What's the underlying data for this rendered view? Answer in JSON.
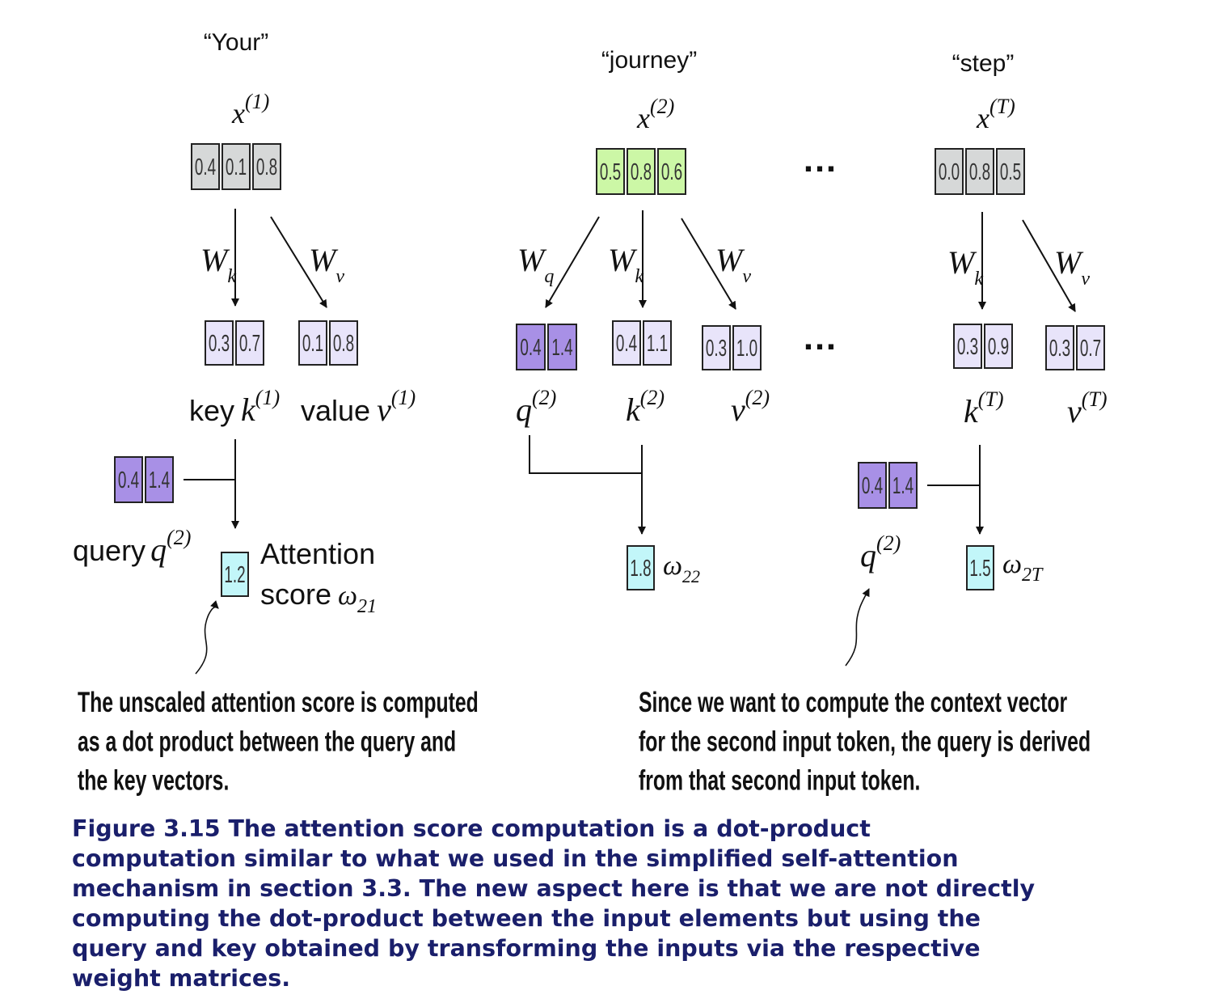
{
  "colors": {
    "gray_fill": "#d6d8d8",
    "green_fill": "#ccf7a6",
    "purple_fill": "#a890e6",
    "lavender_fill": "#e8e4fa",
    "cyan_fill": "#c2f6f9",
    "caption_color": "#1a1f6b"
  },
  "tokens": [
    "“Your”",
    "“journey”",
    "“step”"
  ],
  "inputs": {
    "x1": {
      "base": "x",
      "sup": "(1)",
      "values": [
        "0.4",
        "0.1",
        "0.8"
      ]
    },
    "x2": {
      "base": "x",
      "sup": "(2)",
      "values": [
        "0.5",
        "0.8",
        "0.6"
      ]
    },
    "xT": {
      "base": "x",
      "sup": "(T)",
      "values": [
        "0.0",
        "0.8",
        "0.5"
      ]
    }
  },
  "weights": {
    "wk": {
      "base": "W",
      "sub": "k"
    },
    "wv": {
      "base": "W",
      "sub": "v"
    },
    "wq": {
      "base": "W",
      "sub": "q"
    }
  },
  "vectors": {
    "k1": {
      "values": [
        "0.3",
        "0.7"
      ],
      "prefix": "key",
      "base": "k",
      "sup": "(1)"
    },
    "v1": {
      "values": [
        "0.1",
        "0.8"
      ],
      "prefix": "value",
      "base": "v",
      "sup": "(1)"
    },
    "q2": {
      "values": [
        "0.4",
        "1.4"
      ],
      "base": "q",
      "sup": "(2)"
    },
    "k2": {
      "values": [
        "0.4",
        "1.1"
      ],
      "base": "k",
      "sup": "(2)"
    },
    "v2": {
      "values": [
        "0.3",
        "1.0"
      ],
      "base": "v",
      "sup": "(2)"
    },
    "kT": {
      "values": [
        "0.3",
        "0.9"
      ],
      "base": "k",
      "sup": "(T)"
    },
    "vT": {
      "values": [
        "0.3",
        "0.7"
      ],
      "base": "v",
      "sup": "(T)"
    }
  },
  "queries": {
    "left": {
      "values": [
        "0.4",
        "1.4"
      ],
      "prefix": "query",
      "base": "q",
      "sup": "(2)"
    },
    "right": {
      "values": [
        "0.4",
        "1.4"
      ],
      "base": "q",
      "sup": "(2)"
    }
  },
  "scores": {
    "w21": {
      "value": "1.2",
      "line1": "Attention",
      "line2": "score",
      "base": "ω",
      "sub": "21"
    },
    "w22": {
      "value": "1.8",
      "base": "ω",
      "sub": "22"
    },
    "w2T": {
      "value": "1.5",
      "base": "ω",
      "sub": "2T"
    }
  },
  "ellipsis": "…",
  "notes": {
    "left": [
      "The unscaled attention score is computed",
      "as a dot product between the query and",
      "the key vectors."
    ],
    "right": [
      "Since we want to compute the context vector",
      "for the second input token, the query is derived",
      "from that second input token."
    ]
  },
  "caption": "Figure 3.15 The attention score computation is a dot-product computation similar to what we used in the simplified self-attention mechanism in section 3.3. The new aspect here is that we are not directly computing the dot-product between the input elements but using the query and key obtained by transforming the inputs via the respective weight matrices."
}
